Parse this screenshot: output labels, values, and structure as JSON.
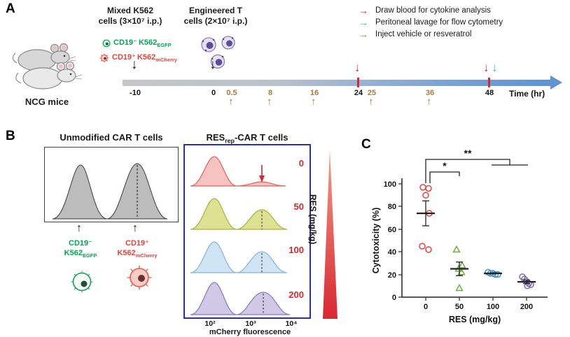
{
  "icons": {
    "down_arrow": "↓",
    "up_arrow": "↑",
    "right_arrow": "→"
  },
  "colors": {
    "blood_red": "#d7282f",
    "lavage_blue": "#3fa9e0",
    "inject_brown": "#a97c3e",
    "egfp_green": "#00a651",
    "mcherry_red": "#e8413c",
    "hist_gray": "#bcbcbc",
    "box_navy": "#2e3192",
    "dose0_pink": "#f6c3c0",
    "dose50_olive": "#dde293",
    "dose100_blue": "#cfe4f4",
    "dose200_purple": "#cfc9e6"
  },
  "panelA": {
    "label": "A",
    "mice_label": "NCG mice",
    "mixed_line1": "Mixed K562",
    "mixed_line2": "cells (3×10⁷ i.p.)",
    "cd19_neg": {
      "cd": "CD19⁻",
      "cell": "K562",
      "sub": "EGFP"
    },
    "cd19_pos": {
      "cd": "CD19⁺",
      "cell": "K562",
      "sub": "mCherry"
    },
    "tcell_line1": "Engineered T",
    "tcell_line2": "cells (2×10⁷ i.p.)",
    "legend": [
      {
        "text": "Draw blood for cytokine analysis"
      },
      {
        "text": "Peritoneal lavage for flow cytometry"
      },
      {
        "text": "Inject vehicle or resveratrol"
      }
    ],
    "timeline": {
      "ticks": [
        "-10",
        "0",
        "0.5",
        "8",
        "16",
        "24",
        "25",
        "36",
        "48"
      ],
      "axis_label": "Time (hr)",
      "resveratrol_injection_times_hr": [
        0.5,
        8,
        16,
        25,
        36
      ],
      "blood_draw_times_hr": [
        24,
        48
      ],
      "lavage_times_hr": [
        48
      ]
    }
  },
  "panelB": {
    "label": "B",
    "left_title": "Unmodified CAR T cells",
    "right_title_pre": "RES",
    "right_title_sub": "rep",
    "right_title_post": "-CAR T cells",
    "doses": [
      "0",
      "50",
      "100",
      "200"
    ],
    "res_axis_label": "RES (mg/kg)",
    "x_ticks": [
      "10²",
      "10³",
      "10⁴"
    ],
    "x_label": "mCherry fluorescence",
    "cd19_neg": {
      "cd": "CD19⁻",
      "cell": "K562",
      "sub": "EGFP"
    },
    "cd19_pos": {
      "cd": "CD19⁺",
      "cell": "K562",
      "sub": "mCherry"
    }
  },
  "panelC": {
    "label": "C",
    "ylabel": "Cytotoxicity (%)",
    "xlabel": "RES (mg/kg)",
    "y_ticks": [
      "0",
      "20",
      "40",
      "60",
      "80",
      "100"
    ],
    "x_ticks": [
      "0",
      "50",
      "100",
      "200"
    ]
  },
  "chart_data": [
    {
      "type": "area",
      "subtype": "flow-cytometry-histograms",
      "panel": "B",
      "xlabel": "mCherry fluorescence",
      "x_ticks": [
        "10²",
        "10³",
        "10⁴"
      ],
      "right_axis_label": "RES (mg/kg)",
      "rows": [
        {
          "group": "Unmodified CAR T cells",
          "dose_mg_kg": null,
          "neg_peak_rel": 1.0,
          "pos_peak_rel": 1.0
        },
        {
          "group": "RESrep-CAR T cells",
          "dose_mg_kg": 0,
          "neg_peak_rel": 1.0,
          "pos_peak_rel": 0.1
        },
        {
          "group": "RESrep-CAR T cells",
          "dose_mg_kg": 50,
          "neg_peak_rel": 1.0,
          "pos_peak_rel": 0.6
        },
        {
          "group": "RESrep-CAR T cells",
          "dose_mg_kg": 100,
          "neg_peak_rel": 1.0,
          "pos_peak_rel": 0.65
        },
        {
          "group": "RESrep-CAR T cells",
          "dose_mg_kg": 200,
          "neg_peak_rel": 1.0,
          "pos_peak_rel": 0.7
        }
      ]
    },
    {
      "type": "scatter",
      "panel": "C",
      "xlabel": "RES (mg/kg)",
      "ylabel": "Cytotoxicity (%)",
      "ylim": [
        0,
        100
      ],
      "categories": [
        "0",
        "50",
        "100",
        "200"
      ],
      "series": [
        {
          "name": "0",
          "color": "#e8413c",
          "marker": "open-circle",
          "values": [
            97,
            96,
            90,
            74,
            45,
            42
          ],
          "mean": 74,
          "sem": 11
        },
        {
          "name": "50",
          "color": "#6fae3e",
          "marker": "open-triangle",
          "values": [
            42,
            28,
            25,
            22,
            8
          ],
          "mean": 25,
          "sem": 6
        },
        {
          "name": "100",
          "color": "#4a90c8",
          "marker": "open-circle",
          "values": [
            22,
            21,
            21,
            20,
            20
          ],
          "mean": 21,
          "sem": 0.5
        },
        {
          "name": "200",
          "color": "#7b6ab0",
          "marker": "open-circle",
          "values": [
            18,
            16,
            14,
            12,
            11,
            10
          ],
          "mean": 13.5,
          "sem": 1.5
        }
      ],
      "significance": [
        {
          "compare": [
            "0",
            "50"
          ],
          "label": "*"
        },
        {
          "compare": [
            "0",
            "100 & 200"
          ],
          "label": "**"
        }
      ]
    }
  ]
}
